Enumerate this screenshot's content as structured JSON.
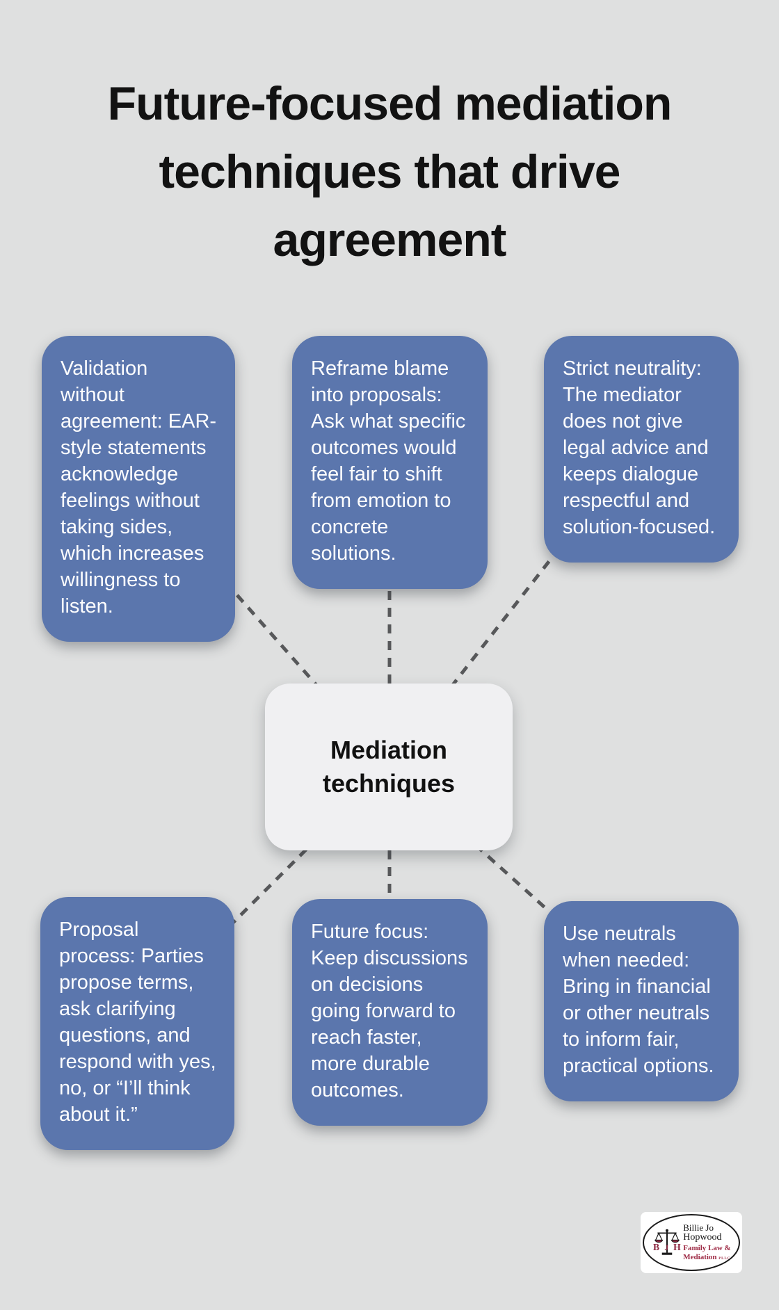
{
  "title": {
    "lines": [
      "Future-focused mediation",
      "techniques that drive",
      "agreement"
    ]
  },
  "center": {
    "label": "Mediation techniques"
  },
  "nodes": [
    {
      "id": "validation-without-agreement",
      "text": "Validation without agreement: EAR-style statements acknowledge feelings without taking sides, which increases willingness to listen."
    },
    {
      "id": "reframe-blame",
      "text": "Reframe blame into proposals: Ask what specific outcomes would feel fair to shift from emotion to concrete solutions."
    },
    {
      "id": "strict-neutrality",
      "text": "Strict neutrality: The mediator does not give legal advice and keeps dialogue respectful and solution-focused."
    },
    {
      "id": "proposal-process",
      "text": "Proposal process: Parties propose terms, ask clarifying questions, and respond with yes, no, or “I’ll think about it.”"
    },
    {
      "id": "future-focus",
      "text": "Future focus: Keep discussions on decisions going forward to reach faster, more durable outcomes."
    },
    {
      "id": "use-neutrals",
      "text": "Use neutrals when needed: Bring in financial or other neutrals to inform fair, practical options."
    }
  ],
  "logo": {
    "icon": "scales-of-justice-icon",
    "monogram_left": "B",
    "monogram_center": "J",
    "monogram_right": "H",
    "name_line1": "Billie Jo",
    "name_line2": "Hopwood",
    "tagline_line1": "Family Law &",
    "tagline_line2": "Mediation",
    "tagline_suffix": "PLLC"
  },
  "colors": {
    "canvas_background": "#dfe0e0",
    "node_fill": "#5b76ad",
    "node_text": "#ffffff",
    "center_fill": "#f0f0f2",
    "center_text": "#111111",
    "connector": "#57585a",
    "title_text": "#121212",
    "logo_accent": "#9e2b45"
  }
}
